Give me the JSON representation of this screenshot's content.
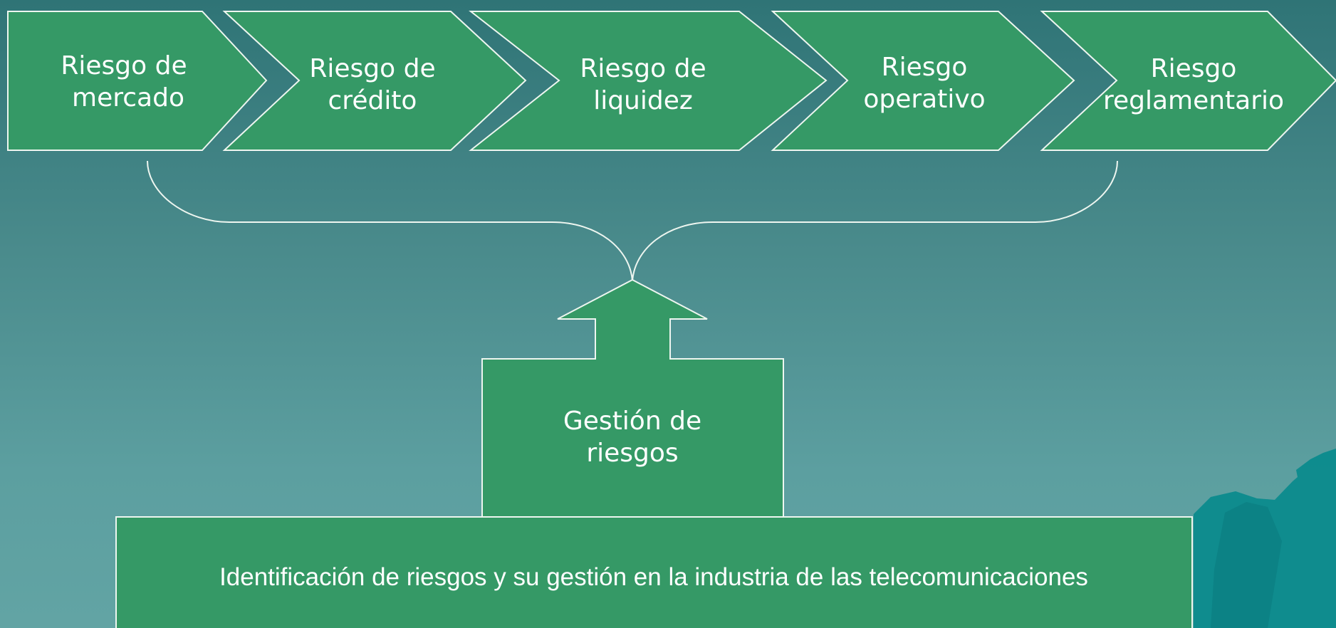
{
  "colors": {
    "shape_fill": "#359966",
    "shape_stroke": "#eef6f0",
    "rock_teal": "#0b8b8d"
  },
  "chevrons": [
    {
      "line1": "Riesgo de",
      "line2": "mercado"
    },
    {
      "line1": "Riesgo de",
      "line2": "crédito"
    },
    {
      "line1": "Riesgo de",
      "line2": "liquidez"
    },
    {
      "line1": "Riesgo",
      "line2": "operativo"
    },
    {
      "line1": "Riesgo",
      "line2": "reglamentario"
    }
  ],
  "center_box": {
    "line1": "Gestión de",
    "line2": "riesgos"
  },
  "base_box": {
    "text": "Identificación de riesgos y su gestión en la industria de las telecomunicaciones"
  }
}
